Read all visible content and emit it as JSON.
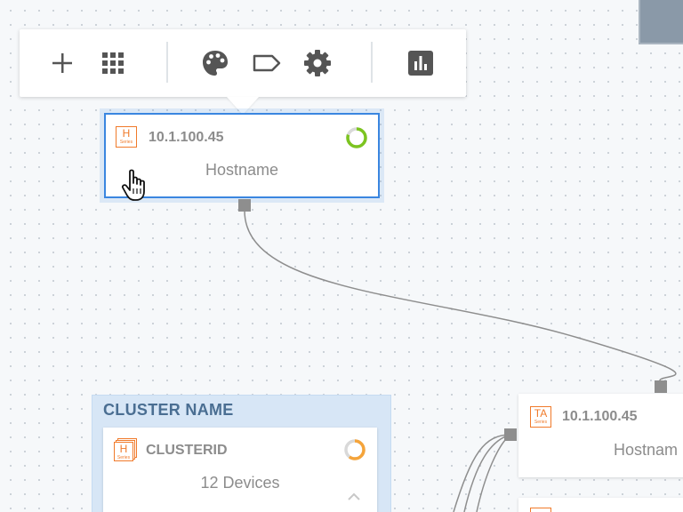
{
  "toolbar": {
    "buttons": [
      {
        "name": "add-icon",
        "label": "add"
      },
      {
        "name": "grid-icon",
        "label": "grid"
      },
      {
        "name": "palette-icon",
        "label": "palette"
      },
      {
        "name": "tag-icon",
        "label": "tag"
      },
      {
        "name": "gear-icon",
        "label": "settings"
      },
      {
        "name": "bar-chart-icon",
        "label": "chart"
      }
    ]
  },
  "nodes": {
    "selected": {
      "badge_main": "H",
      "badge_sub": "Series",
      "ip": "10.1.100.45",
      "hostname": "Hostname",
      "status_color": "#7cc420",
      "status_fraction": 0.8
    },
    "right": {
      "badge_main": "TA",
      "badge_sub": "Series",
      "ip": "10.1.100.45",
      "hostname": "Hostnam"
    }
  },
  "cluster": {
    "title": "CLUSTER NAME",
    "badge_main": "H",
    "badge_sub": "Series",
    "id_label": "CLUSTERID",
    "devices": "12 Devices",
    "status_color": "#f5a43a",
    "status_fraction": 0.6,
    "collapse_icon": "chevron-up-icon"
  },
  "colors": {
    "accent": "#3a86e0",
    "badge": "#f07a2a",
    "link": "#8e8e8e"
  }
}
